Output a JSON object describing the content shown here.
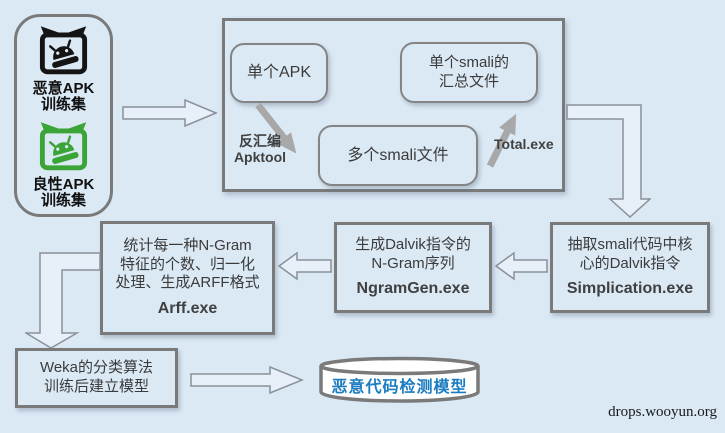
{
  "colors": {
    "background": "#dbe9f5",
    "box_border": "#7a7a7a",
    "box_text": "#3b3b3b",
    "hollow_arrow_fill": "#e7f0f9",
    "hollow_arrow_stroke": "#8a9099",
    "solid_arrow": "#a8a8a8",
    "malicious_icon": "#141414",
    "benign_icon": "#3aa437",
    "model_text_blue": "#1b7cc0",
    "cylinder_fill": "#ffffff"
  },
  "training": {
    "malicious": {
      "icon": "malicious-apk-icon",
      "lines": [
        "恶意APK",
        "训练集"
      ]
    },
    "benign": {
      "icon": "benign-apk-icon",
      "lines": [
        "良性APK",
        "训练集"
      ]
    }
  },
  "disassembly": {
    "single_apk": "单个APK",
    "summary": [
      "单个smali的",
      "汇总文件"
    ],
    "multi_smali": "多个smali文件",
    "step1": [
      "反汇编",
      "Apktool"
    ],
    "step2": "Total.exe"
  },
  "stages": {
    "simplication": {
      "lines": [
        "抽取smali代码中核",
        "心的Dalvik指令"
      ],
      "tool": "Simplication.exe"
    },
    "ngramgen": {
      "lines": [
        "生成Dalvik指令的",
        "N-Gram序列"
      ],
      "tool": "NgramGen.exe"
    },
    "arff": {
      "lines": [
        "统计每一种N-Gram",
        "特征的个数、归一化",
        "处理、生成ARFF格式"
      ],
      "tool": "Arff.exe"
    },
    "weka": {
      "lines": [
        "Weka的分类算法",
        "训练后建立模型"
      ]
    }
  },
  "model": {
    "label": "恶意代码检测模型"
  },
  "watermark": "drops.wooyun.org"
}
